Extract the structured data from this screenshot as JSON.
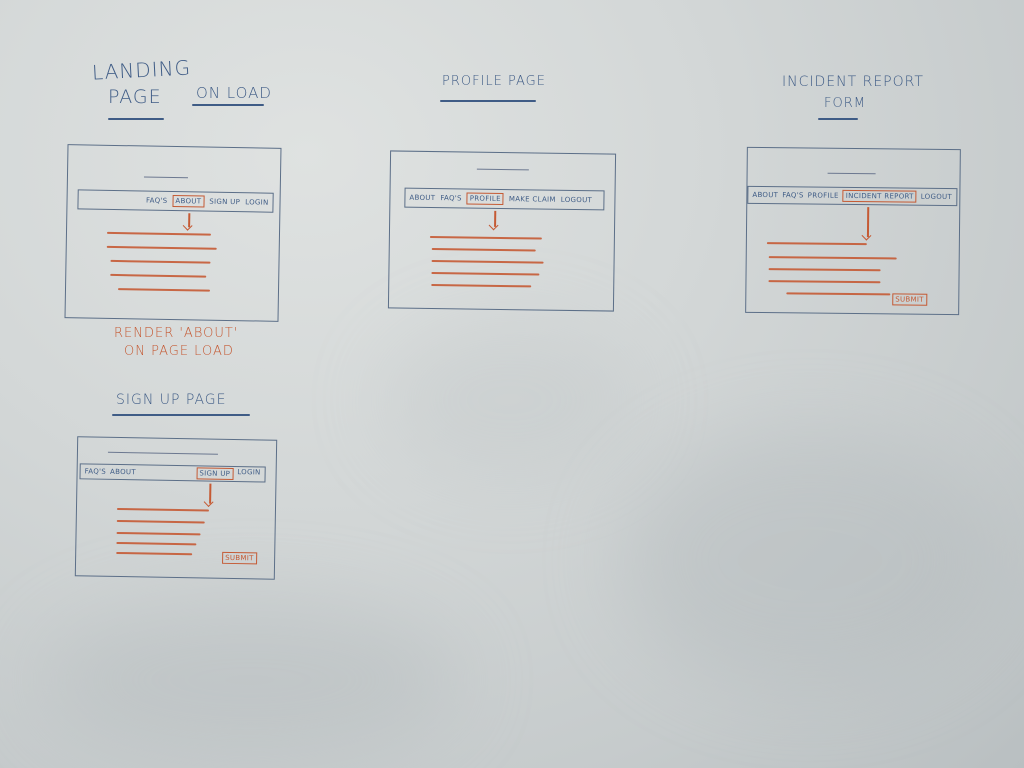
{
  "sketches": {
    "landing": {
      "title_line1": "LANDING",
      "title_line2": "PAGE",
      "title_note": "ON LOAD",
      "nav": [
        "FAQ's",
        "ABOUT",
        "SIGN UP",
        "LOGIN"
      ],
      "active": "ABOUT",
      "note_line1": "RENDER 'ABOUT'",
      "note_line2": "ON PAGE LOAD"
    },
    "profile": {
      "title": "PROFILE PAGE",
      "nav": [
        "ABOUT",
        "FAQ's",
        "PROFILE",
        "MAKE CLAIM",
        "LOGOUT"
      ],
      "active": "PROFILE"
    },
    "incident": {
      "title_line1": "INCIDENT REPORT",
      "title_line2": "FORM",
      "nav": [
        "ABOUT",
        "FAQ's",
        "PROFILE",
        "INCIDENT REPORT",
        "LOGOUT"
      ],
      "active": "INCIDENT REPORT",
      "submit": "SUBMIT"
    },
    "signup": {
      "title": "SIGN UP PAGE",
      "nav_left": [
        "FAQ's",
        "ABOUT"
      ],
      "nav_right": [
        "SIGN UP",
        "LOGIN"
      ],
      "active": "SIGN UP",
      "submit": "SUBMIT"
    }
  },
  "colors": {
    "blue_ink": "#3f5c86",
    "red_ink": "#c55a34",
    "board": "#d3d7d7"
  }
}
